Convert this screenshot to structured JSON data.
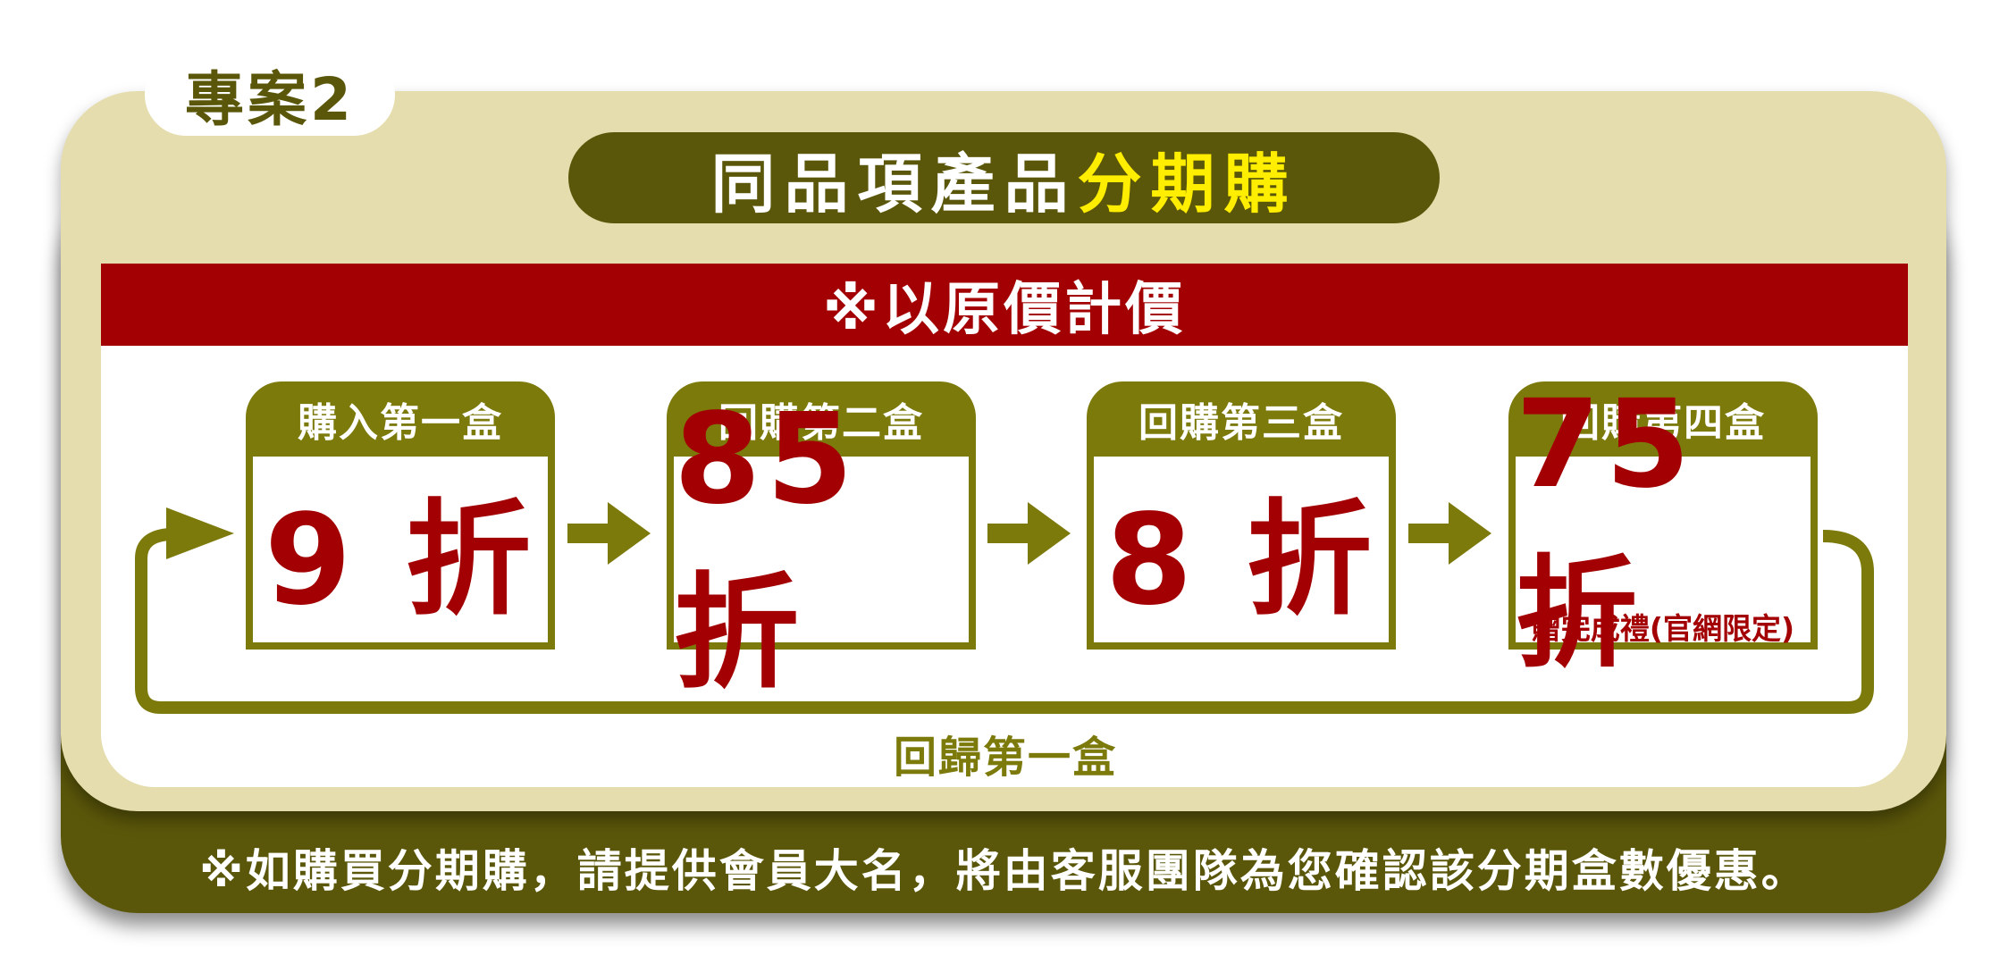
{
  "tab_label": "專案2",
  "title": {
    "part1": "同品項產品",
    "part2": "分期購"
  },
  "banner": "※以原價計價",
  "steps": [
    {
      "header": "購入第一盒",
      "discount": "9 折",
      "note": ""
    },
    {
      "header": "回購第二盒",
      "discount": "85折",
      "note": ""
    },
    {
      "header": "回購第三盒",
      "discount": "8 折",
      "note": ""
    },
    {
      "header": "回購第四盒",
      "discount": "75折",
      "note": "贈完成禮(官網限定)"
    }
  ],
  "loop_label": "回歸第一盒",
  "footer_note": "※如購買分期購，請提供會員大名，將由客服團隊為您確認該分期盒數優惠。",
  "colors": {
    "olive_dark": "#5b570a",
    "olive": "#7d7a0c",
    "beige": "#e5ddae",
    "red": "#a30003",
    "yellow": "#ffee00"
  },
  "icons": [
    "arrow-right-icon",
    "loop-arrow-icon"
  ]
}
